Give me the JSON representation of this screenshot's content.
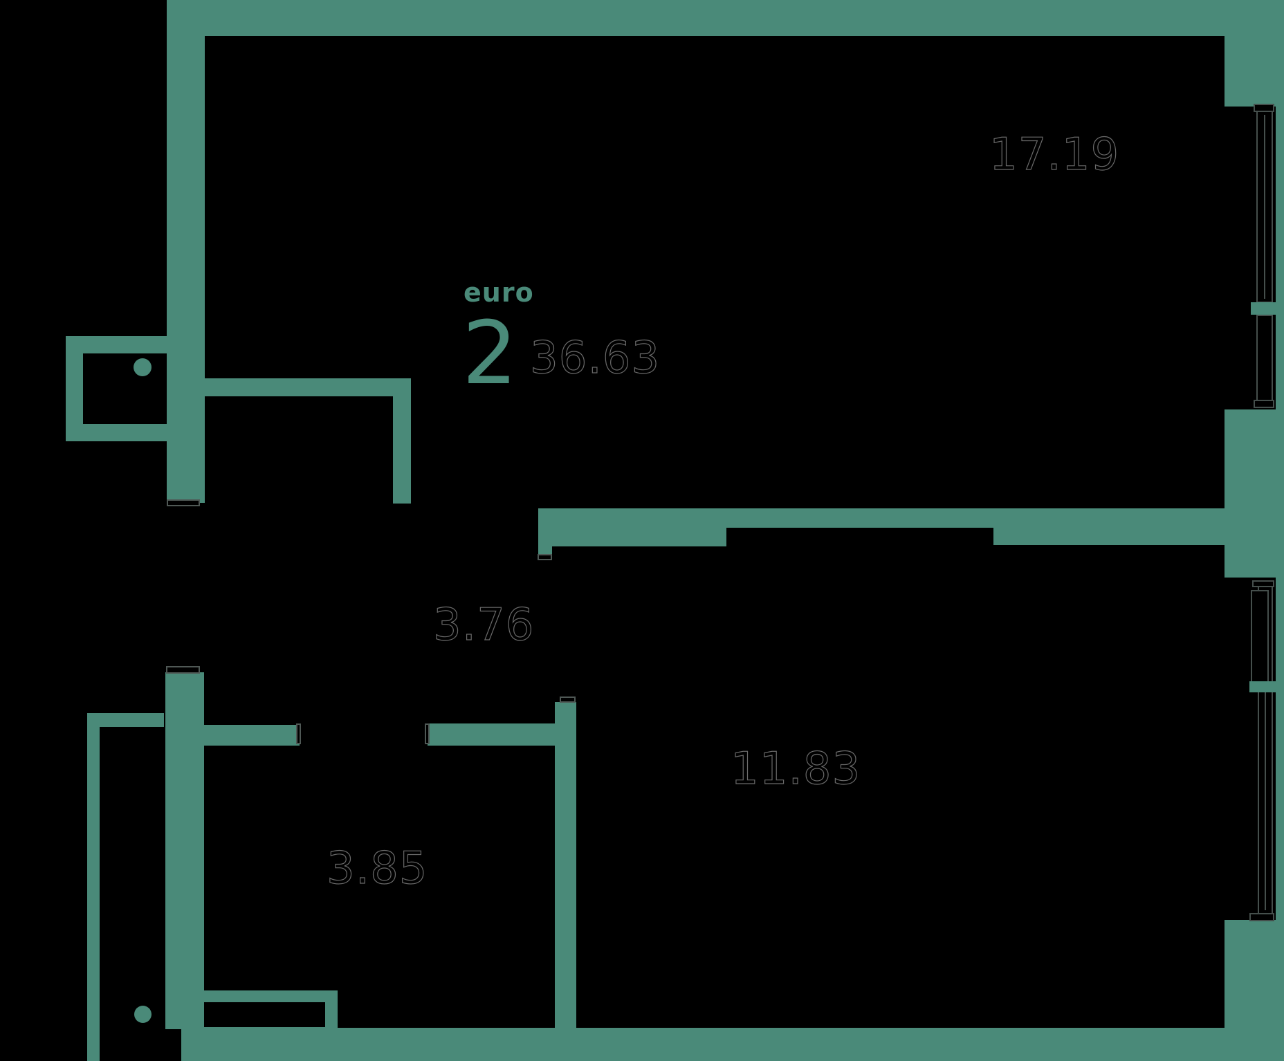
{
  "plan": {
    "type_label": "euro",
    "rooms_count": "2",
    "total_area": "36.63",
    "areas": {
      "living_room": "17.19",
      "hall": "3.76",
      "bedroom": "11.83",
      "bathroom": "3.85"
    },
    "colors": {
      "wall": "#4A8A79",
      "background": "#000000",
      "area_text_outline": "#6A6A6A"
    },
    "icons": [
      "vent-dot-balcony",
      "vent-dot-corridor"
    ]
  }
}
